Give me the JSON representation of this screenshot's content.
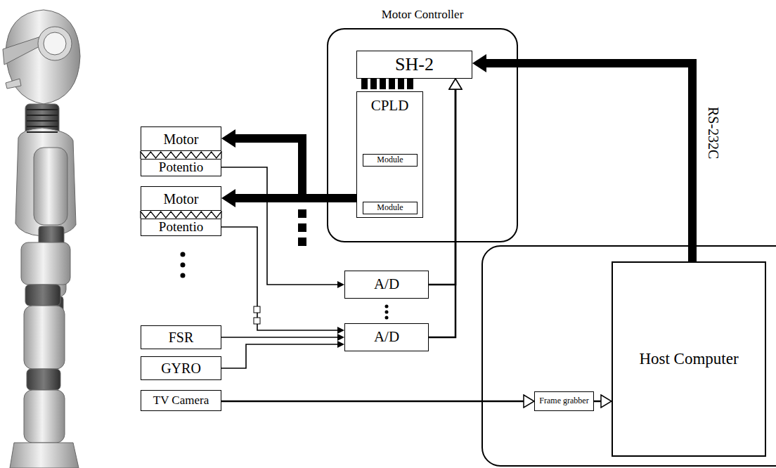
{
  "diagram": {
    "nodes": [
      {
        "text": [
          "Motor Controller"
        ]
      },
      {
        "text": [
          "SH-2"
        ],
        "in": 0
      },
      {
        "text": [
          "CPLD"
        ],
        "in": 0
      },
      {
        "text": [
          "Module"
        ],
        "in": 2
      },
      {
        "text": [
          "Module"
        ],
        "in": 2
      },
      {
        "text": [
          "Motor"
        ]
      },
      {
        "text": [
          "Potentio"
        ]
      },
      {
        "text": [
          "Motor"
        ]
      },
      {
        "text": [
          "Potentio"
        ]
      },
      {
        "text": [
          "FSR"
        ]
      },
      {
        "text": [
          "GYRO"
        ]
      },
      {
        "text": [
          "TV Camera"
        ]
      },
      {
        "text": [
          "A/D"
        ]
      },
      {
        "text": [
          "A/D"
        ]
      },
      {
        "text": [
          "Host Computer"
        ]
      },
      {
        "text": [
          "Frame grabber"
        ]
      }
    ],
    "edges": [
      {
        "from": 2,
        "to": 5,
        "arrow": "to"
      },
      {
        "from": 2,
        "to": 7,
        "arrow": "to"
      },
      {
        "from": 6,
        "to": 12,
        "arrow": "to"
      },
      {
        "from": 8,
        "to": 13,
        "arrow": "to"
      },
      {
        "from": 9,
        "to": 13,
        "arrow": "to"
      },
      {
        "from": 10,
        "to": 13,
        "arrow": "to"
      },
      {
        "from": 12,
        "to": 1,
        "arrow": "to"
      },
      {
        "from": 13,
        "to": 1,
        "arrow": "to"
      },
      {
        "from": 11,
        "to": 15,
        "arrow": "to"
      },
      {
        "from": 15,
        "to": 14,
        "arrow": "to"
      },
      {
        "from": 14,
        "to": 1,
        "label": "RS-232C",
        "arrow": "to"
      }
    ]
  }
}
